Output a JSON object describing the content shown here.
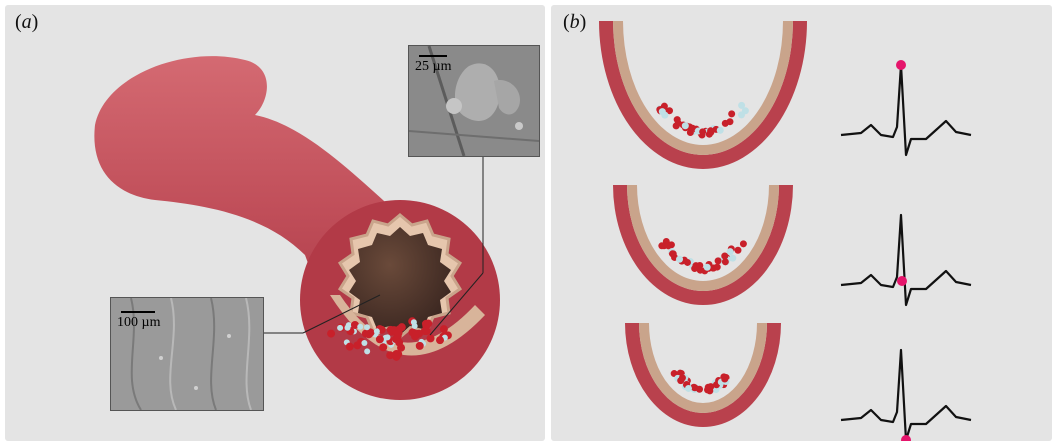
{
  "panel_a": {
    "label_open": "(",
    "label_letter": "a",
    "label_close": ")",
    "sem_top_scale": "25 µm",
    "sem_bottom_scale": "100 µm"
  },
  "panel_b": {
    "label_open": "(",
    "label_letter": "b",
    "label_close": ")",
    "ecg_marker_color": "#e5156b"
  },
  "colors": {
    "vessel_outer": "#b9414d",
    "vessel_inner": "#c9a48b",
    "blood_cell": "#c8202a",
    "panel_bg": "#e4e4e4"
  }
}
